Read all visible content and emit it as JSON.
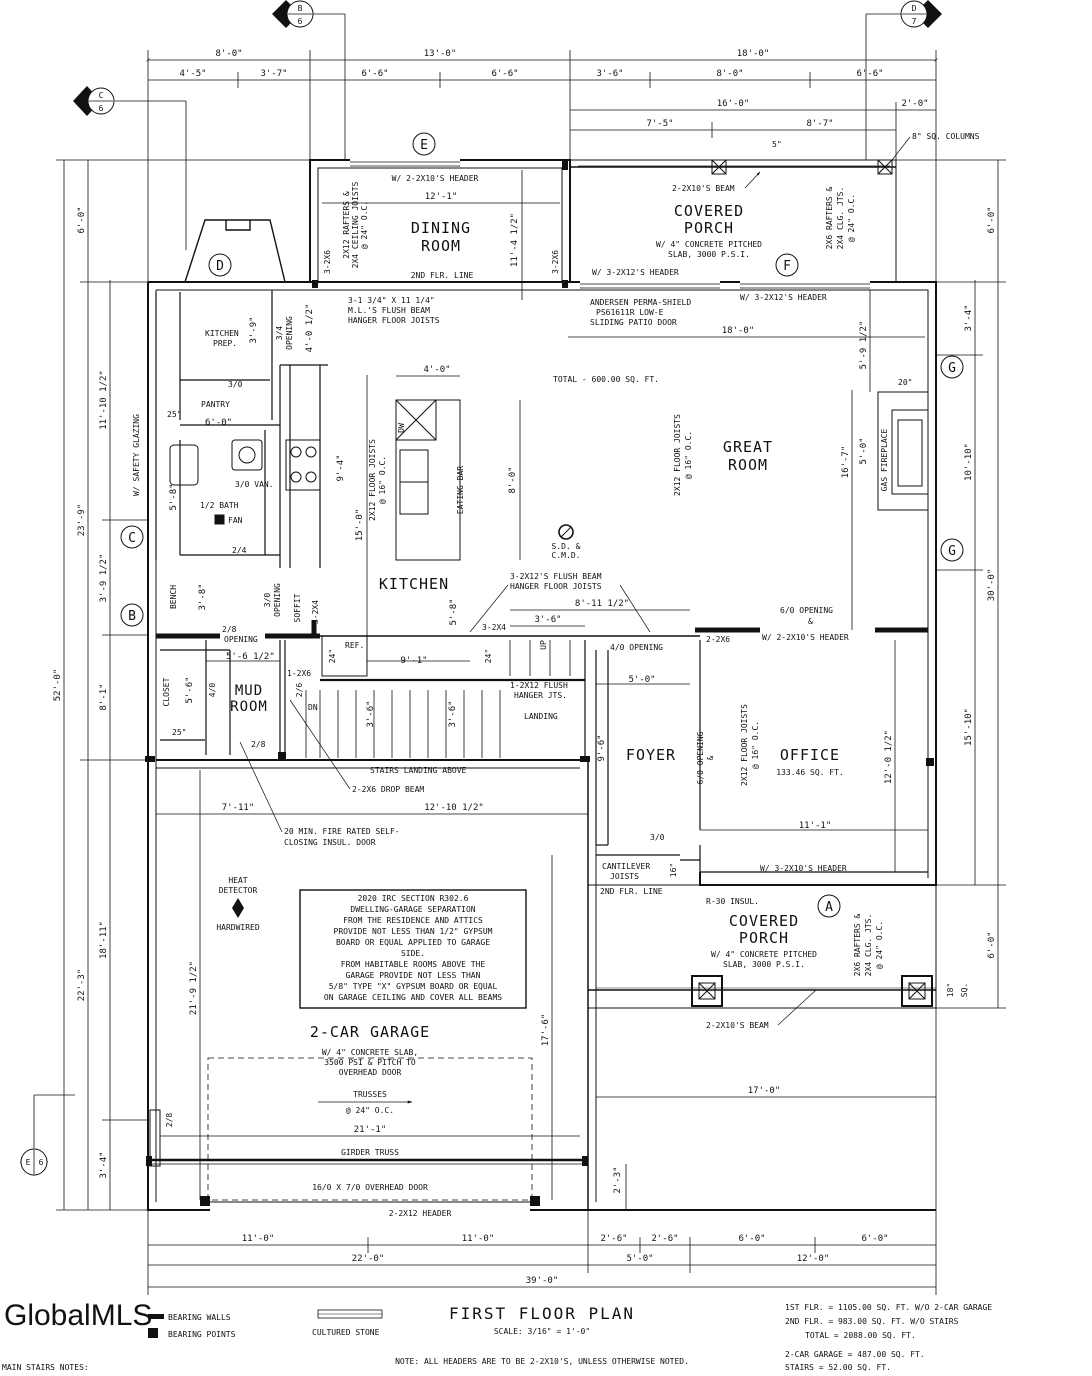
{
  "overall_dims": {
    "top1": [
      "8'-0\"",
      "13'-0\"",
      "18'-0\""
    ],
    "top2": [
      "4'-5\"",
      "3'-7\"",
      "6'-6\"",
      "6'-6\"",
      "3'-6\"",
      "8'-0\"",
      "6'-6\""
    ],
    "porch_top": "16'-0\"",
    "porch_right": "2'-0\"",
    "porch_a": "7'-5\"",
    "porch_b": "8'-7\"",
    "bottom1": [
      "11'-0\"",
      "11'-0\"",
      "2'-6\"",
      "2'-6\"",
      "6'-0\"",
      "6'-0\""
    ],
    "bottom2": [
      "22'-0\"",
      "5'-0\"",
      "12'-0\""
    ],
    "bottom3": "39'-0\"",
    "left_total": "52'-0\"",
    "left_outer": [
      "6'-0\"",
      "23'-9\"",
      "22'-3\""
    ],
    "left_inner": [
      "11'-10 1/2\"",
      "3'-9 1/2\"",
      "8'-1\"",
      "18'-11\"",
      "3'-4\""
    ],
    "right_outer": [
      "6'-0\"",
      "30'-0\"",
      "6'-0\""
    ],
    "right_inner": [
      "3'-4\"",
      "10'-10\"",
      "15'-10\""
    ]
  },
  "section_markers": [
    {
      "letter": "B",
      "num": "6"
    },
    {
      "letter": "D",
      "num": "7"
    },
    {
      "letter": "C",
      "num": "6"
    },
    {
      "letter": "E",
      "num": "6"
    }
  ],
  "window_tags": [
    "E",
    "D",
    "F",
    "G",
    "G",
    "C",
    "B",
    "A"
  ],
  "rooms": {
    "dining": [
      "DINING",
      "ROOM"
    ],
    "porch_top": [
      "COVERED",
      "PORCH"
    ],
    "great": [
      "GREAT",
      "ROOM"
    ],
    "kitchen": "KITCHEN",
    "mud": [
      "MUD",
      "ROOM"
    ],
    "foyer": "FOYER",
    "office": "OFFICE",
    "office_area": "133.46 SQ. FT.",
    "porch_bottom": [
      "COVERED",
      "PORCH"
    ],
    "garage": "2-CAR GARAGE"
  },
  "notes": {
    "header_dining": "W/ 2-2X10'S HEADER",
    "dining_width": "12'-1\"",
    "dining_joists": [
      "2X12 RAFTERS &",
      "2X4 CEILING JOISTS",
      "@ 24\" O.C."
    ],
    "dining_right": "11'-4 1/2\"",
    "wall_2x6_a": "3-2X6",
    "wall_2x6_b": "3-2X6",
    "second_floor_line": "2ND FLR. LINE",
    "flush_beam": [
      "3-1 3/4\" X 11 1/4\"",
      "M.L.'S FLUSH BEAM",
      "HANGER FLOOR JOISTS"
    ],
    "porch_beam": "2-2X10'S BEAM",
    "porch_slab": [
      "W/ 4\" CONCRETE PITCHED",
      "SLAB, 3000 P.S.I."
    ],
    "porch_rafters": [
      "2X6 RAFTERS &",
      "2X4 CLG. JTS.",
      "@ 24\" O.C."
    ],
    "porch_5in": "5\"",
    "columns": "8\" SQ. COLUMNS",
    "header_3_2x12": "W/ 3-2X12'S HEADER",
    "header_3_2x12_b": "W/ 3-2X12'S HEADER",
    "patio_door": [
      "ANDERSEN PERMA-SHIELD",
      "PS61611R LOW-E",
      "SLIDING PATIO DOOR"
    ],
    "patio_width": "18'-0\"",
    "total_area": "TOTAL - 600.00 SQ. FT.",
    "great_joists": [
      "2X12 FLOOR JOISTS",
      "@ 16\" O.C."
    ],
    "dim_5_9": "5'-9 1/2\"",
    "fireplace_20": "20\"",
    "dim_16_7": "16'-7\"",
    "dim_5_0": "5'-0\"",
    "fireplace": "GAS FIREPLACE",
    "sd_cmd": [
      "S.D. &",
      "C.M.D."
    ],
    "kitchen_prep": [
      "KITCHEN",
      "PREP."
    ],
    "dim_3_9": "3'-9\"",
    "opening_3_4": [
      "3/4",
      "OPENING"
    ],
    "dim_4_0_half": "4'-0 1/2\"",
    "door_3_0": "3/0",
    "dim_25": "25\"",
    "pantry": "PANTRY",
    "pantry_width": "6'-0\"",
    "safety_glazing": "W/ SAFETY GLAZING",
    "vanity": "3/0 VAN.",
    "bath": "1/2 BATH",
    "fan": "FAN",
    "bath_door": "2/4",
    "dim_5_8": "5'-8\"",
    "island_width": "4'-0\"",
    "dishwasher": "DW",
    "eating_bar": "EATING BAR",
    "dim_8_0": "8'-0\"",
    "dim_9_4": "9'-4\"",
    "dim_15_0": "15'-0\"",
    "kitchen_joists": [
      "2X12 FLOOR JOISTS",
      "@ 16\" O.C."
    ],
    "bench": "BENCH",
    "dim_3_8": "3'-8\"",
    "opening_3_0": [
      "3/0",
      "OPENING"
    ],
    "soffit": "SOFFIT",
    "wall_3_2x4": "3-2X4",
    "flush_beam_2": [
      "3-2X12'S FLUSH BEAM",
      "HANGER FLOOR JOISTS"
    ],
    "dim_8_11": "8'-11 1/2\"",
    "dim_3_6a": "3'-6\"",
    "dim_5_8b": "5'-8\"",
    "wall_3_2x4b": "3-2X4",
    "opening_6_0": [
      "6/0 OPENING",
      "&"
    ],
    "header_2_2x10": "W/ 2-2X10'S HEADER",
    "wall_2_2x6": "2-2X6",
    "opening_4_0": "4/0 OPENING",
    "up": "UP",
    "opening_2_8": [
      "2/8",
      "OPENING"
    ],
    "dim_5_6_half": "5'-6 1/2\"",
    "ref": "REF.",
    "dim_24a": "24\"",
    "dim_24b": "24\"",
    "dim_9_1": "9'-1\"",
    "wall_1_2x6": "1-2X6",
    "door_2_6": "2/6",
    "down": "DN",
    "dim_5_0b": "5'-0\"",
    "flush_hanger": [
      "1-2X12 FLUSH",
      "HANGER JTS."
    ],
    "landing": "LANDING",
    "closet": "CLOSET",
    "dim_5_6": "5'-6\"",
    "door_4_0": "4/0",
    "dim_25b": "25\"",
    "door_2_8": "2/8",
    "dim_3_6b": "3'-6\"",
    "dim_3_6c": "3'-6\"",
    "dim_9_6": "9'-6\"",
    "foyer_opening": [
      "6/0 OPENING",
      "&"
    ],
    "office_joists": [
      "2X12 FLOOR JOISTS",
      "@ 16\" O.C."
    ],
    "dim_12_0": "12'-0 1/2\"",
    "stairs_landing": "STAIRS LANDING ABOVE",
    "drop_beam": "2-2X6 DROP BEAM",
    "dim_7_11": "7'-11\"",
    "dim_12_10": "12'-10 1/2\"",
    "fire_door": [
      "20 MIN. FIRE RATED SELF-",
      "CLOSING INSUL. DOOR"
    ],
    "door_3_0b": "3/0",
    "dim_11_1": "11'-1\"",
    "header_office": "W/ 3-2X10'S HEADER",
    "cantilever": [
      "CANTILEVER",
      "JOISTS"
    ],
    "dim_16": "16\"",
    "second_floor_line_b": "2ND FLR. LINE",
    "insul": "R-30 INSUL.",
    "porch_slab_b": [
      "W/ 4\" CONCRETE PITCHED",
      "SLAB, 3000 P.S.I."
    ],
    "porch_rafters_b": [
      "2X6 RAFTERS &",
      "2X4 CLG. JTS.",
      "@ 24\" O.C."
    ],
    "dim_18_sq": [
      "18\"",
      "SQ."
    ],
    "porch_beam_b": "2-2X10'S BEAM",
    "heat_detector": [
      "HEAT",
      "DETECTOR"
    ],
    "hardwired": "HARDWIRED",
    "code_note": [
      "2020 IRC SECTION R302.6",
      "DWELLING-GARAGE SEPARATION",
      "FROM THE RESIDENCE AND ATTICS",
      "PROVIDE NOT LESS THAN 1/2\" GYPSUM",
      "BOARD OR EQUAL APPLIED TO GARAGE",
      "SIDE.",
      "FROM HABITABLE ROOMS ABOVE THE",
      "GARAGE PROVIDE NOT LESS THAN",
      "5/8\" TYPE \"X\" GYPSUM BOARD OR EQUAL",
      "ON GARAGE CEILING AND COVER ALL BEAMS"
    ],
    "dim_21_9": "21'-9 1/2\"",
    "dim_17_6": "17'-6\"",
    "garage_slab": [
      "W/ 4\" CONCRETE SLAB,",
      "3500 PSI & PITCH TO",
      "OVERHEAD DOOR"
    ],
    "trusses": [
      "TRUSSES",
      "@ 24\" O.C."
    ],
    "dim_17_0": "17'-0\"",
    "door_2_8b": "2/8",
    "dim_21_1": "21'-1\"",
    "girder": "GIRDER TRUSS",
    "overhead_door": "16/0 X 7/0 OVERHEAD DOOR",
    "dim_2_3": "2'-3\"",
    "header_garage": "2-2X12 HEADER"
  },
  "title_block": {
    "logo_text": "GlobalMLS",
    "legend_bearing_walls": "BEARING WALLS",
    "legend_bearing_points": "BEARING POINTS",
    "legend_stone": "CULTURED STONE",
    "title": "FIRST FLOOR PLAN",
    "scale": "SCALE: 3/16\" = 1'-0\"",
    "header_note": "NOTE: ALL HEADERS ARE TO BE 2-2X10'S, UNLESS OTHERWISE NOTED.",
    "stairs_notes": "MAIN STAIRS NOTES:",
    "area_1": "1ST FLR. = 1105.00 SQ. FT. W/O 2-CAR GARAGE",
    "area_2": "2ND FLR. = 983.00 SQ. FT. W/O STAIRS",
    "area_total": "TOTAL = 2088.00 SQ. FT.",
    "area_garage": "2-CAR GARAGE = 487.00 SQ. FT.",
    "area_stairs": "STAIRS = 52.00 SQ. FT."
  },
  "colors": {
    "ink": "#111111",
    "paper": "#ffffff"
  }
}
